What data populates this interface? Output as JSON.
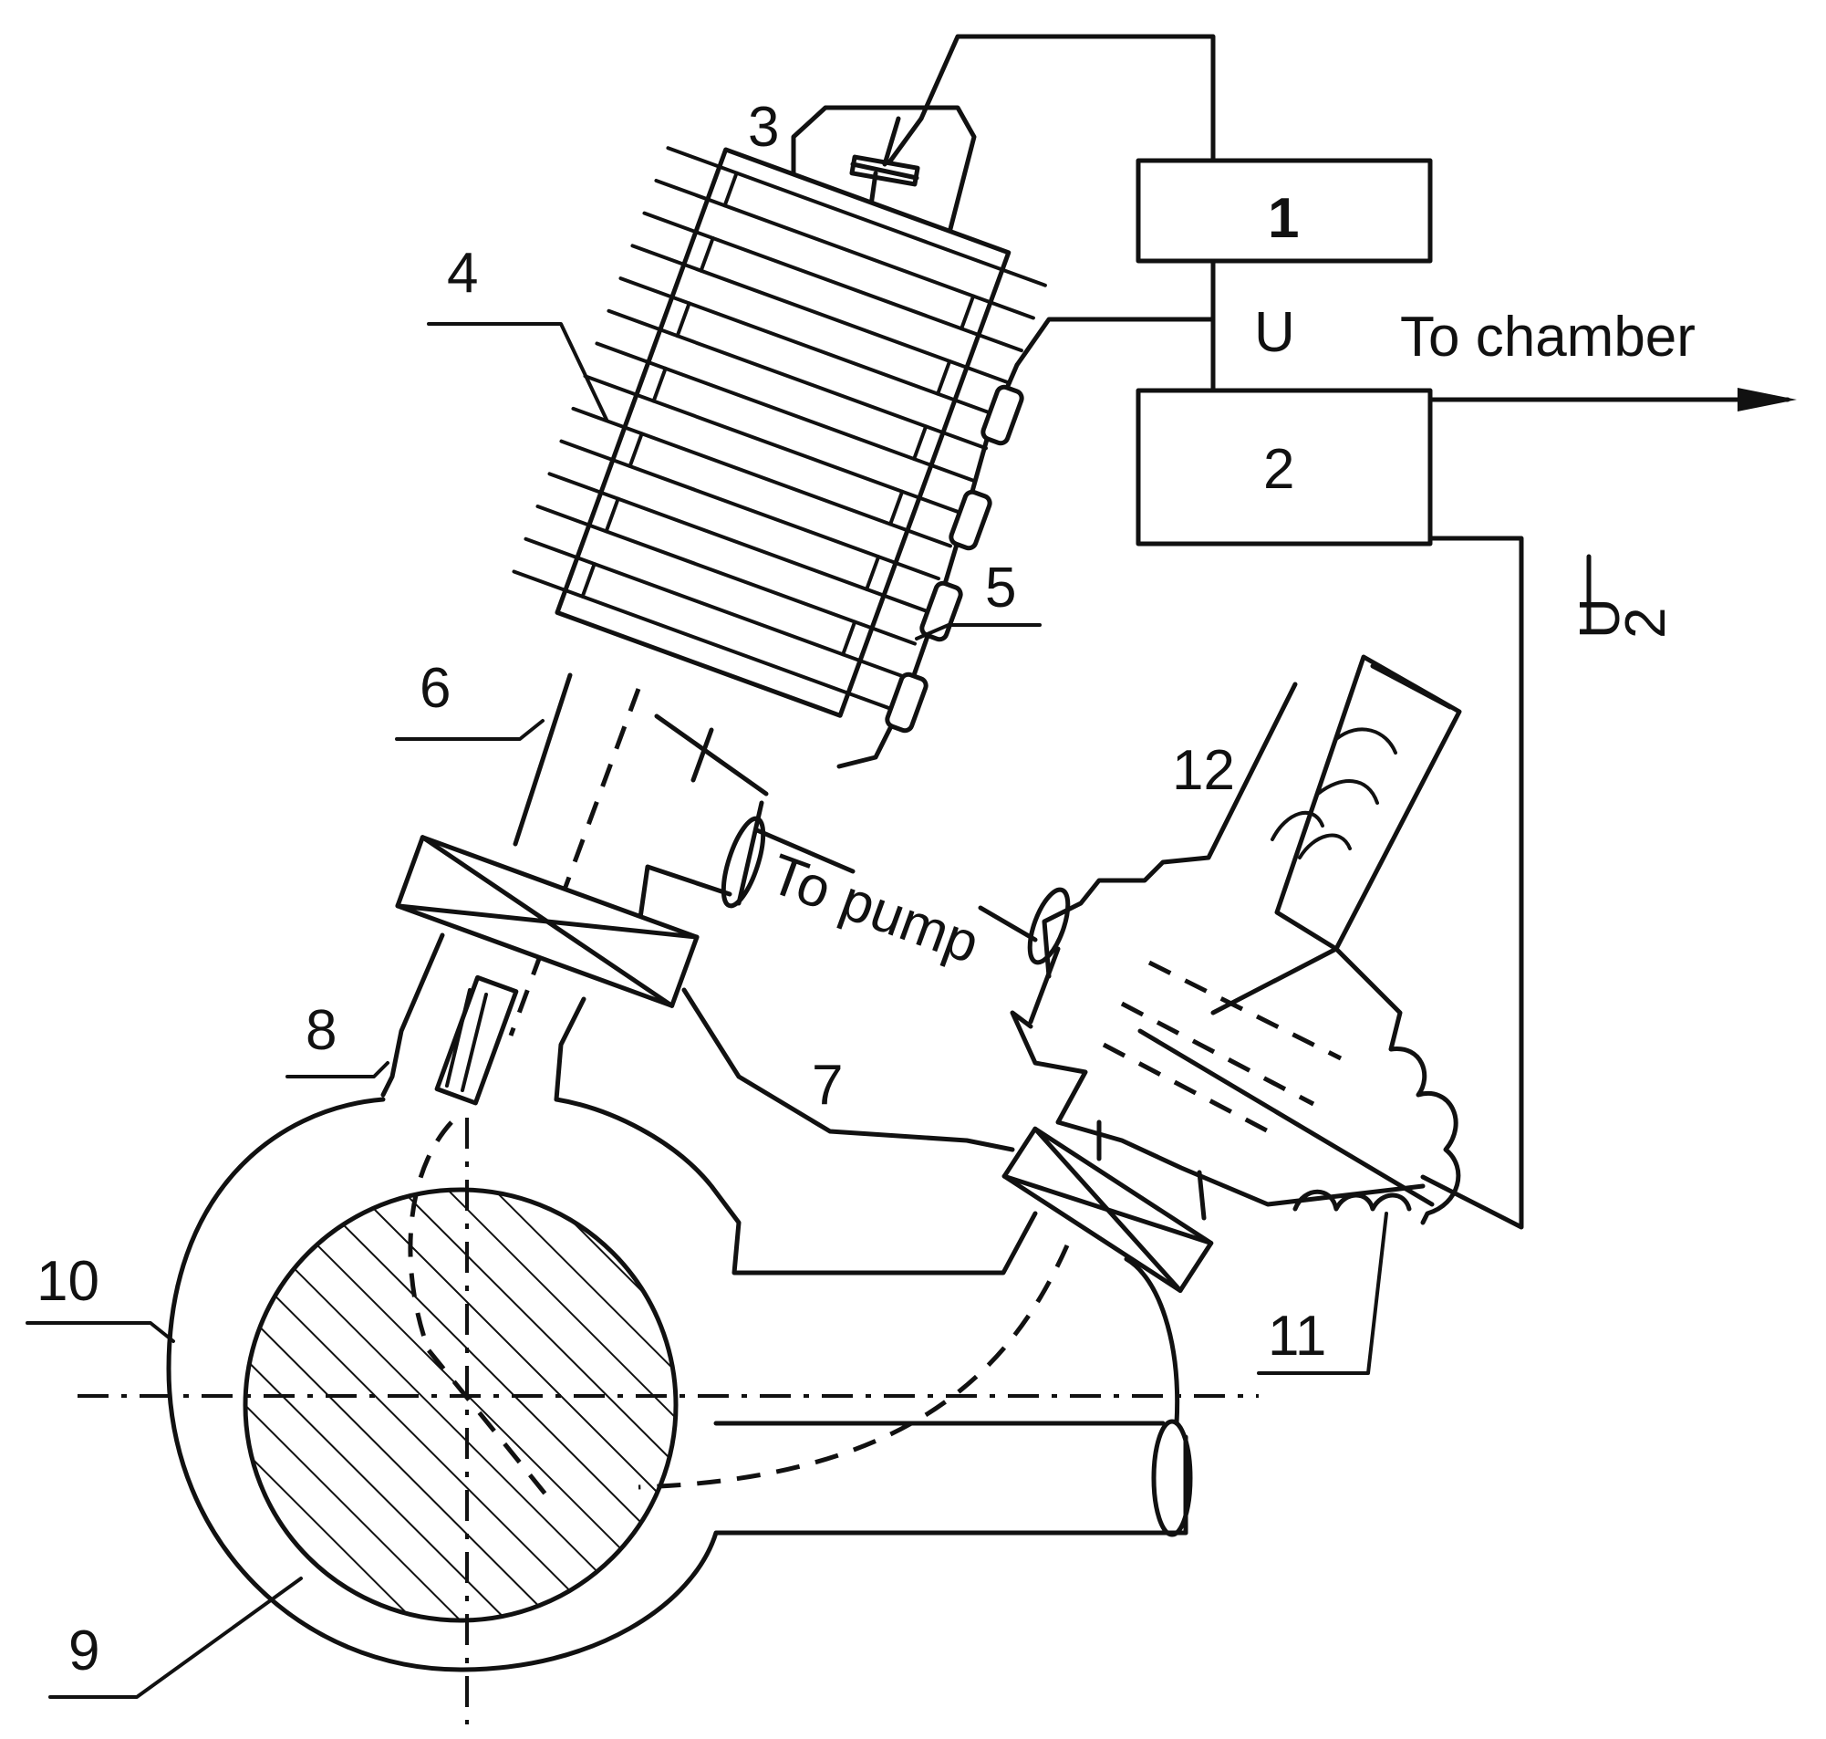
{
  "labels": {
    "l1": "1",
    "l2": "2",
    "l3": "3",
    "l4": "4",
    "l5": "5",
    "l6": "6",
    "l7": "7",
    "l8": "8",
    "l9": "9",
    "l10": "10",
    "l11": "11",
    "l12": "12",
    "u": "U",
    "u_half_num": "U",
    "u_half_den": "2",
    "to_chamber": "To chamber",
    "to_pump": "To pump"
  }
}
